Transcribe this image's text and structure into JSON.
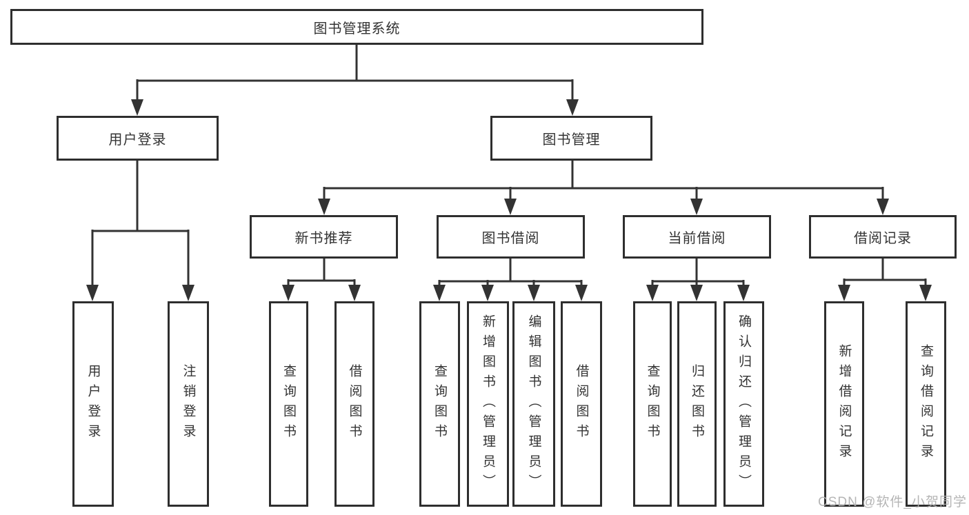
{
  "diagram": {
    "root": {
      "label": "图书管理系统",
      "children": [
        {
          "label": "用户登录",
          "children": [
            {
              "label": "用户登录"
            },
            {
              "label": "注销登录"
            }
          ]
        },
        {
          "label": "图书管理",
          "children": [
            {
              "label": "新书推荐",
              "children": [
                {
                  "label": "查询图书"
                },
                {
                  "label": "借阅图书"
                }
              ]
            },
            {
              "label": "图书借阅",
              "children": [
                {
                  "label": "查询图书"
                },
                {
                  "label": "新增图书（管理员）"
                },
                {
                  "label": "编辑图书（管理员）"
                },
                {
                  "label": "借阅图书"
                }
              ]
            },
            {
              "label": "当前借阅",
              "children": [
                {
                  "label": "查询图书"
                },
                {
                  "label": "归还图书"
                },
                {
                  "label": "确认归还（管理员）"
                }
              ]
            },
            {
              "label": "借阅记录",
              "children": [
                {
                  "label": "新增借阅记录"
                },
                {
                  "label": "查询借阅记录"
                }
              ]
            }
          ]
        }
      ]
    },
    "colors": {
      "line": "#333333",
      "border": "#2e2e2e",
      "text": "#333333",
      "background": "#ffffff",
      "watermark": "#afafaf"
    }
  },
  "watermark": {
    "text": "CSDN @软件_小贺同学"
  }
}
